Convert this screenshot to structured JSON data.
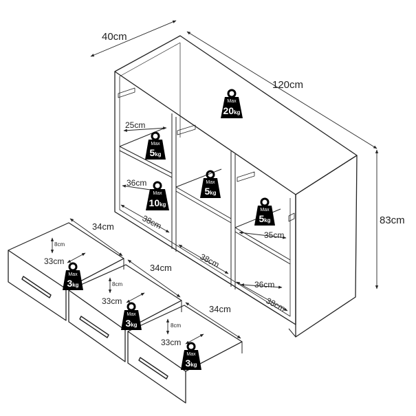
{
  "dimensions": {
    "depth": "40cm",
    "width": "120cm",
    "height": "83cm",
    "shelf_height_top": "25cm",
    "shelf_height_bottom": "36cm",
    "cube_width_left": "38cm",
    "cube_width_center": "38cm",
    "cube_width_right": "38cm",
    "right_shelf_depth": "35cm",
    "right_lower_height": "36cm",
    "drawer_width": "34cm",
    "drawer_inner_width": "33cm",
    "drawer_height": "8cm"
  },
  "weights": {
    "max_label": "Max",
    "kg_label": "kg",
    "top": "20",
    "upper_left_shelf": "5",
    "center_shelf": "5",
    "lower_left_shelf": "10",
    "right_shelf": "5",
    "drawer": "3"
  }
}
